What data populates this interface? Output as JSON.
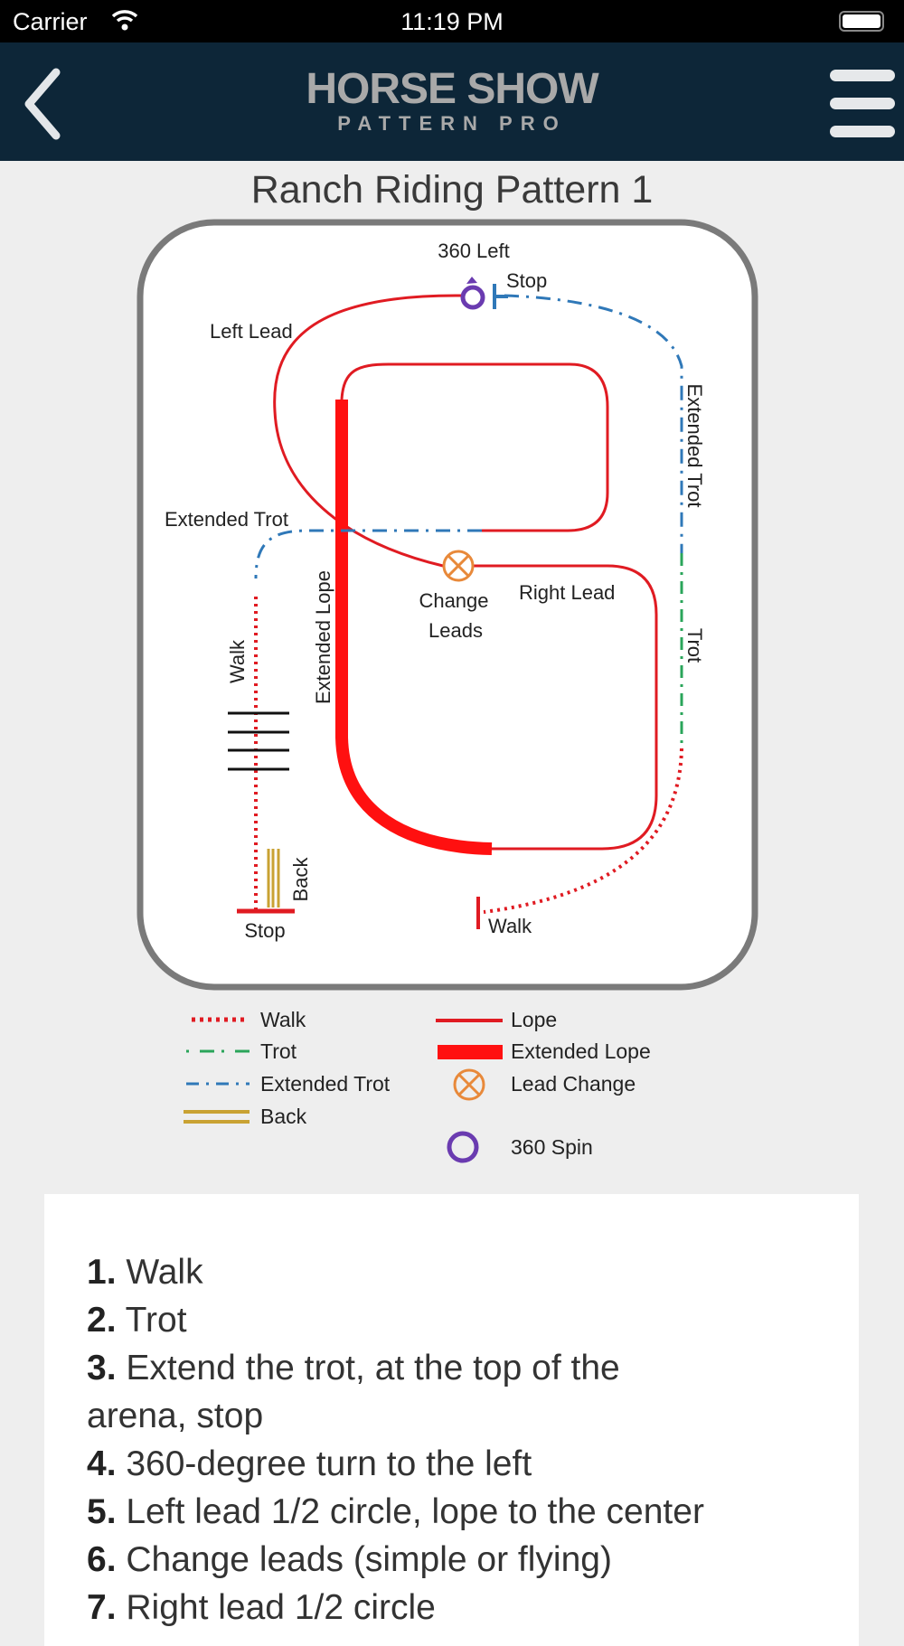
{
  "status_bar": {
    "carrier": "Carrier",
    "time": "11:19 PM"
  },
  "nav": {
    "logo_line1": "HORSE SHOW",
    "logo_line2": "PATTERN PRO"
  },
  "page_title": "Ranch Riding Pattern 1",
  "diagram_labels": {
    "spin": "360 Left",
    "stop_top": "Stop",
    "left_lead": "Left Lead",
    "extended_trot_left": "Extended Trot",
    "extended_lope": "Extended Lope",
    "change_leads_1": "Change",
    "change_leads_2": "Leads",
    "right_lead": "Right Lead",
    "walk_left": "Walk",
    "extended_trot_right": "Extended Trot",
    "trot": "Trot",
    "back": "Back",
    "stop_bottom": "Stop",
    "walk_start": "Walk"
  },
  "legend": [
    {
      "label": "Walk",
      "color": "#e8141c"
    },
    {
      "label": "Trot",
      "color": "#2aa55a"
    },
    {
      "label": "Extended Trot",
      "color": "#2f78b8"
    },
    {
      "label": "Back",
      "color": "#c9a233"
    },
    {
      "label": "Lope",
      "color": "#e8141c"
    },
    {
      "label": "Extended Lope",
      "color": "#ff0000"
    },
    {
      "label": "Lead Change",
      "color": "#e8893a"
    },
    {
      "label": "360 Spin",
      "color": "#6a3bb0"
    }
  ],
  "steps": [
    {
      "num": "1.",
      "text": " Walk"
    },
    {
      "num": "2.",
      "text": " Trot"
    },
    {
      "num": "3.",
      "text": " Extend the trot, at the top of the arena, stop"
    },
    {
      "num": "4.",
      "text": " 360-degree turn to the left"
    },
    {
      "num": "5.",
      "text": " Left lead 1/2 circle, lope to the center"
    },
    {
      "num": "6.",
      "text": " Change leads (simple or flying)"
    },
    {
      "num": "7.",
      "text": " Right lead 1/2 circle"
    }
  ]
}
